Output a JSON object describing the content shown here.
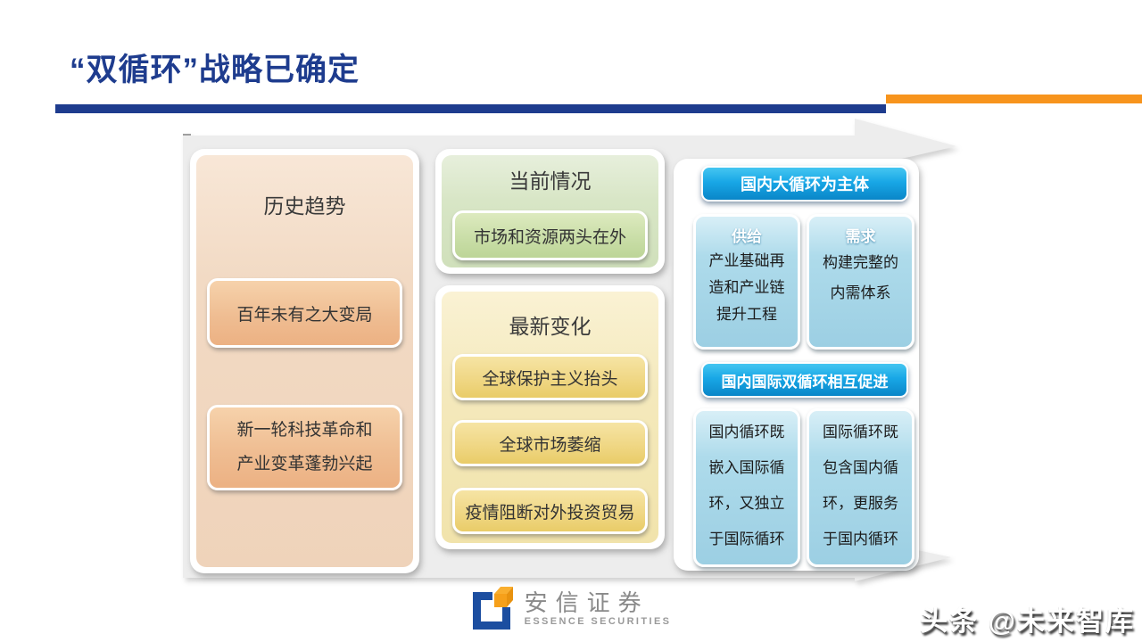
{
  "title": "“双循环”战略已确定",
  "accent_colors": {
    "navy": "#1e3c8e",
    "orange": "#f7941d",
    "header_blue": "#18a7e6"
  },
  "columns": {
    "history": {
      "header": "历史趋势",
      "items": [
        "百年未有之大变局",
        "新一轮科技革命和\n产业变革蓬勃兴起"
      ]
    },
    "current": {
      "header": "当前情况",
      "items": [
        "市场和资源两头在外"
      ]
    },
    "changes": {
      "header": "最新变化",
      "items": [
        "全球保护主义抬头",
        "全球市场萎缩",
        "疫情阻断对外投资贸易"
      ]
    },
    "strategy": {
      "header_primary": "国内大循环为主体",
      "supply": {
        "title": "供给",
        "body": "产业基础再\n造和产业链\n提升工程"
      },
      "demand": {
        "title": "需求",
        "body": "构建完整的\n内需体系"
      },
      "header_secondary": "国内国际双循环相互促进",
      "domestic_loop": "国内循环既\n嵌入国际循\n环，又独立\n于国际循环",
      "international_loop": "国际循环既\n包含国内循\n环，更服务\n于国内循环"
    }
  },
  "footer": {
    "logo_cn": "安信证券",
    "logo_en": "ESSENCE SECURITIES"
  },
  "watermark": "头条 @未来智库"
}
